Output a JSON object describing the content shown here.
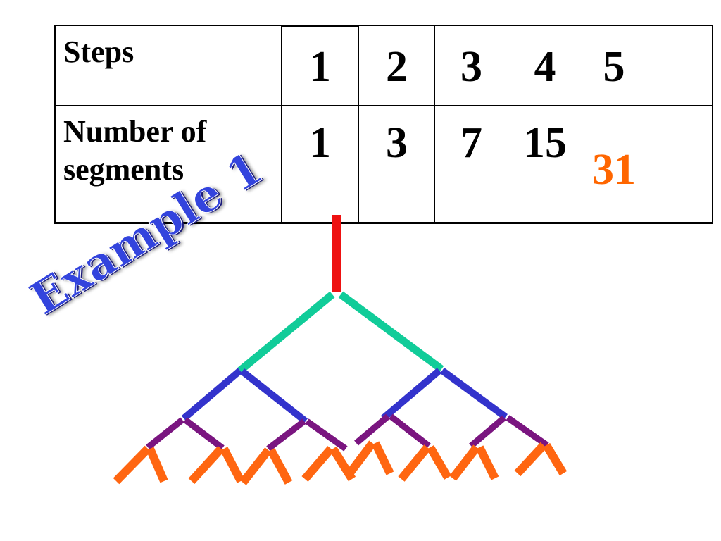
{
  "table": {
    "row1_label": "Steps",
    "row2_label_line1": "Number of",
    "row2_label_line2": "segments",
    "steps": [
      "1",
      "2",
      "3",
      "4",
      "5",
      ""
    ],
    "segments": [
      "1",
      "3",
      "7",
      "15",
      "31",
      ""
    ],
    "highlight_color": "#ff6600"
  },
  "label": "Example 1",
  "colors": {
    "level1": "#ee1111",
    "level2": "#11cc99",
    "level3": "#3333cc",
    "level4": "#7a1580",
    "level5": "#ff6611",
    "label": "#3344dd"
  }
}
